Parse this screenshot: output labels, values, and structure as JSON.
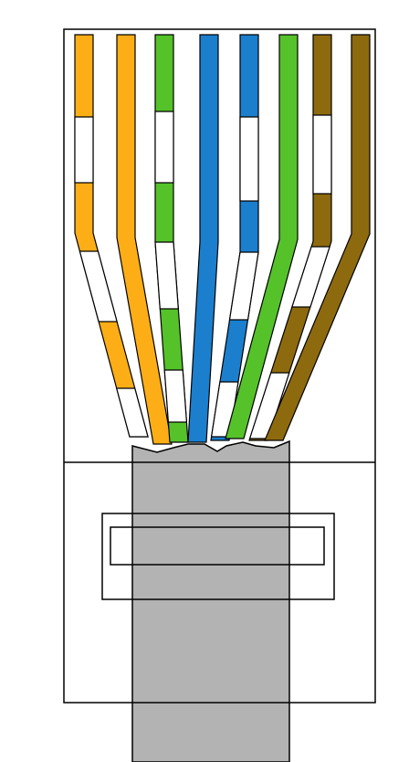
{
  "title": "",
  "colors": {
    "orange": "#FDAE17",
    "green": "#55C22A",
    "blue": "#1B7FCE",
    "brown": "#8E6A0E",
    "white": "#FFFFFF",
    "jacket": "#B3B3B3",
    "outline": "#000000"
  },
  "connector": {
    "name": "rj45-plug-outline",
    "strain_relief": "cable-clamp"
  },
  "cable": {
    "name": "cable-jacket",
    "color": "#B3B3B3"
  },
  "wires": [
    {
      "pin": 1,
      "name": "white-orange",
      "color": "#FDAE17",
      "striped": true
    },
    {
      "pin": 2,
      "name": "orange",
      "color": "#FDAE17",
      "striped": false
    },
    {
      "pin": 3,
      "name": "white-green",
      "color": "#55C22A",
      "striped": true
    },
    {
      "pin": 4,
      "name": "blue",
      "color": "#1B7FCE",
      "striped": false
    },
    {
      "pin": 5,
      "name": "white-blue",
      "color": "#1B7FCE",
      "striped": true
    },
    {
      "pin": 6,
      "name": "green",
      "color": "#55C22A",
      "striped": false
    },
    {
      "pin": 7,
      "name": "white-brown",
      "color": "#8E6A0E",
      "striped": true
    },
    {
      "pin": 8,
      "name": "brown",
      "color": "#8E6A0E",
      "striped": false
    }
  ]
}
